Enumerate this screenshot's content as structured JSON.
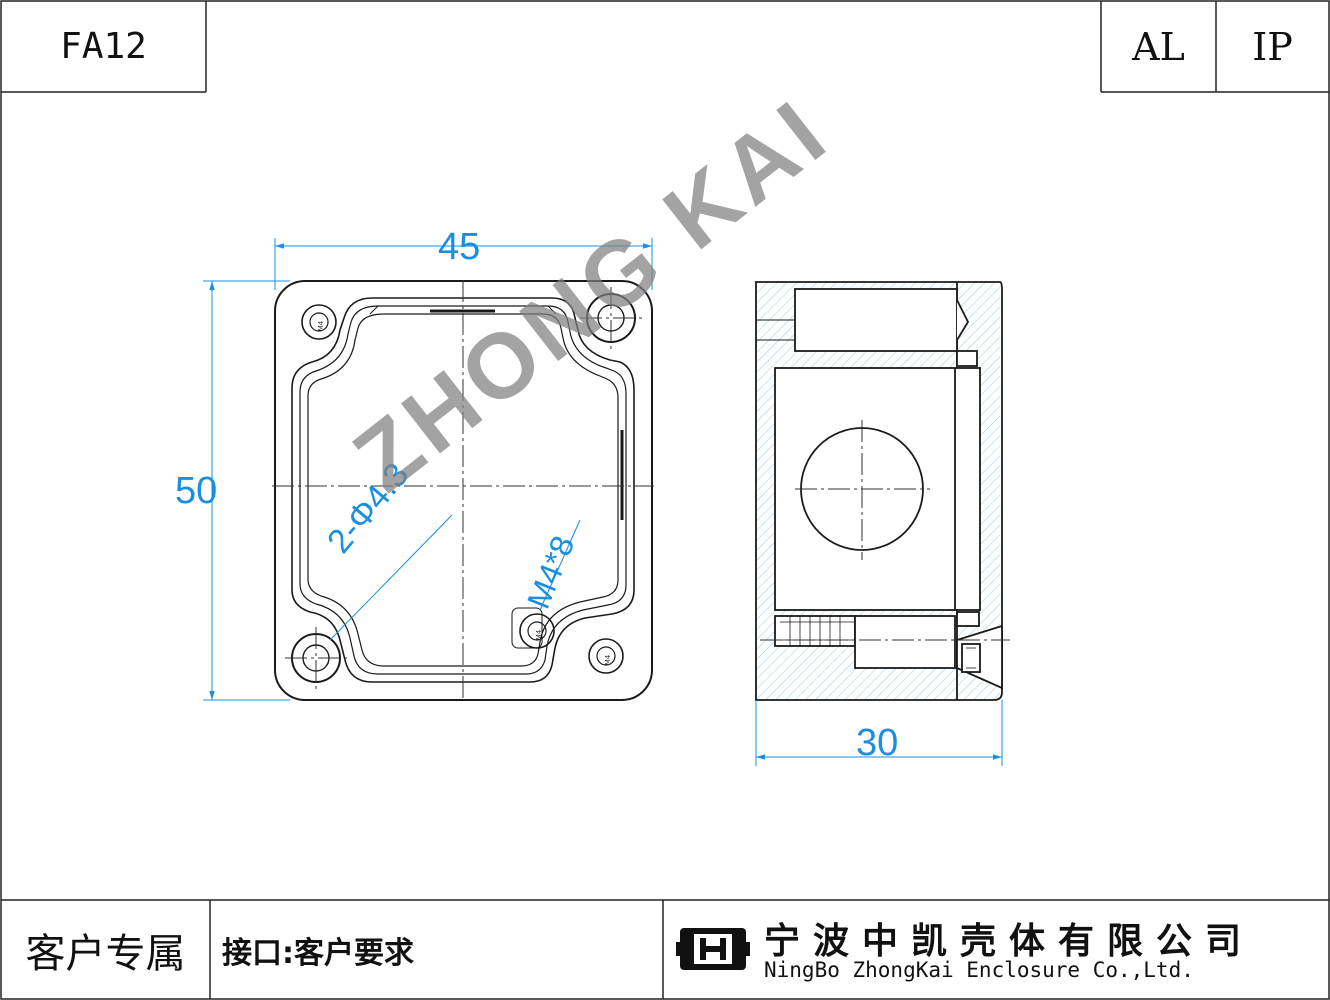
{
  "header": {
    "model_code": "FA12",
    "material": "AL",
    "rating": "IP"
  },
  "front_view": {
    "width_dimension": "45",
    "height_dimension": "50",
    "hole_callout": "2-Φ4.3",
    "thread_callout": "M4*8",
    "small_hole_label": "M4"
  },
  "side_view": {
    "depth_dimension": "30"
  },
  "watermark": "ZHONG KAI",
  "footer": {
    "customer_label": "客户专属",
    "interface_note": "接口:客户要求",
    "company_name_cn": "宁波中凯壳体有限公司",
    "company_name_en": "NingBo ZhongKai Enclosure Co.,Ltd."
  },
  "colors": {
    "line": "#1a1a1a",
    "dimension": "#1a8fe0",
    "hatch": "#9ec9e8",
    "watermark": "#808080"
  }
}
